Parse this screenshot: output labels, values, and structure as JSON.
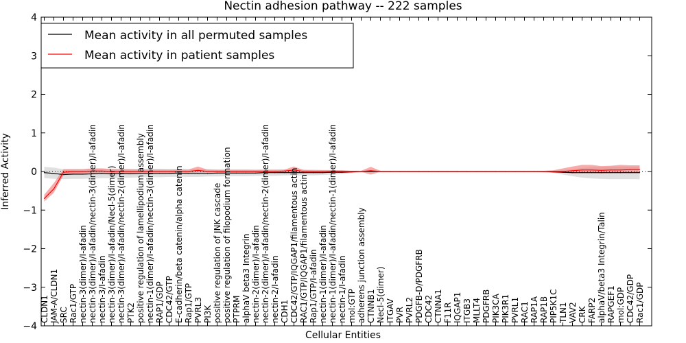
{
  "chart_data": {
    "type": "line",
    "title": "Nectin adhesion pathway -- 222 samples",
    "xlabel": "Cellular Entities",
    "ylabel": "Inferred Activity",
    "ylim": [
      -4,
      4
    ],
    "yticks": [
      "4",
      "3",
      "2",
      "1",
      "0",
      "−1",
      "−2",
      "−3",
      "−4"
    ],
    "grid": false,
    "legend_position": "top-left",
    "categories": [
      "CLDN1",
      "JAM-A/CLDN1",
      "SRC",
      "Rac1/GTP",
      "nectin-3(dimer)/I-afadin",
      "nectin-3(dimer)/I-afadin/nectin-3(dimer)/I-afadin",
      "nectin-3/I-afadin",
      "nectin-3(dimer)/I-afadin/Necl-5(dimer)",
      "nectin-3(dimer)/I-afadin/nectin-2(dimer)/I-afadin",
      "PTK2",
      "positive regulation of lamellipodium assembly",
      "nectin-1(dimer)/I-afadin/nectin-3(dimer)/I-afadin",
      "RAP1/GDP",
      "CDC42/GTP",
      "E-cadherin/beta catenin/alpha catenin",
      "Rap1/GTP",
      "PVRL3",
      "PI3K",
      "positive regulation of JNK cascade",
      "positive regulation of filopodium formation",
      "PTPRM",
      "alphaV beta3 Integrin",
      "nectin-2(dimer)/I-afadin",
      "nectin-2(dimer)/I-afadin/nectin-2(dimer)/I-afadin",
      "nectin-2/I-afadin",
      "CDH1",
      "CDC42/GTP/IQGAP1/filamentous actin",
      "RAC1/GTP/IQGAP1/filamentous actin",
      "Rap1/GTP/I-afadin",
      "nectin-1(dimer)/I-afadin",
      "nectin-1(dimer)/I-afadin/nectin-1(dimer)/I-afadin",
      "nectin-1/I-afadin",
      "mol:GTP",
      "adherens junction assembly",
      "CTNNB1",
      "Necl-5(dimer)",
      "ITGAV",
      "PVR",
      "PVRL2",
      "PDGFB-D/PDGFRB",
      "CDC42",
      "CTNNA1",
      "F11R",
      "IQGAP1",
      "ITGB3",
      "MLLT4",
      "PDGFRB",
      "PIK3CA",
      "PIK3R1",
      "PVRL1",
      "RAC1",
      "RAP1A",
      "RAP1B",
      "PIP5K1C",
      "TLN1",
      "VAV2",
      "CRK",
      "FARP2",
      "alphaV/beta3 Integrin/Talin",
      "RAPGEF1",
      "mol:GDP",
      "CDC42/GDP",
      "Rac1/GDP"
    ],
    "series": [
      {
        "name": "Mean activity in all permuted samples",
        "color": "#000000",
        "band_color": "#d3d3d3",
        "values": [
          -0.03,
          -0.05,
          -0.08,
          -0.07,
          -0.07,
          -0.06,
          -0.05,
          -0.06,
          -0.05,
          -0.06,
          -0.05,
          -0.05,
          -0.05,
          -0.05,
          -0.04,
          -0.05,
          -0.05,
          -0.05,
          -0.04,
          -0.04,
          -0.04,
          -0.04,
          -0.04,
          -0.03,
          -0.03,
          -0.03,
          -0.03,
          -0.03,
          -0.03,
          -0.03,
          -0.02,
          -0.02,
          -0.01,
          0.0,
          0.0,
          0.0,
          0.0,
          0.0,
          0.0,
          0.0,
          0.0,
          0.0,
          0.0,
          0.0,
          0.0,
          0.0,
          0.0,
          0.0,
          0.0,
          0.0,
          0.0,
          0.0,
          0.0,
          -0.01,
          -0.02,
          -0.03,
          -0.03,
          -0.03,
          -0.03,
          -0.03,
          -0.03,
          -0.03,
          -0.03
        ],
        "lower": [
          -0.17,
          -0.19,
          -0.2,
          -0.19,
          -0.19,
          -0.18,
          -0.17,
          -0.17,
          -0.16,
          -0.16,
          -0.15,
          -0.15,
          -0.15,
          -0.14,
          -0.14,
          -0.14,
          -0.14,
          -0.13,
          -0.13,
          -0.12,
          -0.12,
          -0.12,
          -0.11,
          -0.11,
          -0.11,
          -0.1,
          -0.1,
          -0.1,
          -0.1,
          -0.09,
          -0.08,
          -0.07,
          -0.05,
          -0.02,
          -0.02,
          -0.02,
          -0.02,
          -0.02,
          -0.02,
          -0.02,
          -0.02,
          -0.02,
          -0.02,
          -0.02,
          -0.02,
          -0.02,
          -0.02,
          -0.02,
          -0.02,
          -0.02,
          -0.02,
          -0.02,
          -0.02,
          -0.04,
          -0.08,
          -0.12,
          -0.16,
          -0.18,
          -0.19,
          -0.2,
          -0.2,
          -0.2,
          -0.2
        ],
        "upper": [
          0.12,
          0.1,
          0.06,
          0.06,
          0.06,
          0.07,
          0.08,
          0.07,
          0.07,
          0.06,
          0.07,
          0.07,
          0.07,
          0.06,
          0.07,
          0.06,
          0.06,
          0.06,
          0.06,
          0.06,
          0.06,
          0.06,
          0.05,
          0.06,
          0.06,
          0.05,
          0.05,
          0.05,
          0.05,
          0.04,
          0.04,
          0.03,
          0.02,
          0.02,
          0.02,
          0.02,
          0.02,
          0.02,
          0.02,
          0.02,
          0.02,
          0.02,
          0.02,
          0.02,
          0.02,
          0.02,
          0.02,
          0.02,
          0.02,
          0.02,
          0.02,
          0.02,
          0.02,
          0.02,
          0.03,
          0.06,
          0.09,
          0.11,
          0.12,
          0.13,
          0.13,
          0.13,
          0.13
        ]
      },
      {
        "name": "Mean activity in patient samples",
        "color": "#ff0000",
        "band_color": "#f28080",
        "values": [
          -0.7,
          -0.45,
          -0.02,
          0.0,
          0.0,
          0.01,
          0.01,
          0.0,
          0.0,
          0.0,
          0.0,
          0.0,
          0.0,
          0.0,
          0.0,
          0.0,
          0.03,
          0.0,
          0.0,
          0.0,
          0.0,
          0.0,
          0.0,
          0.0,
          0.0,
          0.01,
          0.04,
          0.0,
          0.0,
          0.0,
          0.0,
          0.0,
          0.0,
          0.0,
          0.02,
          0.0,
          0.0,
          0.0,
          0.0,
          0.0,
          0.0,
          0.0,
          0.0,
          0.0,
          0.0,
          0.0,
          0.0,
          0.0,
          0.0,
          0.0,
          0.0,
          0.0,
          0.0,
          0.0,
          0.0,
          0.02,
          0.04,
          0.04,
          0.03,
          0.04,
          0.04,
          0.05,
          0.05
        ],
        "lower": [
          -0.78,
          -0.55,
          -0.1,
          -0.06,
          -0.05,
          -0.05,
          -0.05,
          -0.05,
          -0.06,
          -0.06,
          -0.06,
          -0.05,
          -0.05,
          -0.05,
          -0.04,
          -0.04,
          -0.03,
          -0.03,
          -0.03,
          -0.03,
          -0.03,
          -0.03,
          -0.03,
          -0.03,
          -0.03,
          -0.03,
          -0.02,
          -0.02,
          -0.02,
          -0.02,
          -0.02,
          -0.02,
          -0.01,
          -0.01,
          -0.08,
          -0.01,
          -0.01,
          -0.01,
          -0.01,
          -0.01,
          -0.01,
          -0.01,
          -0.01,
          -0.01,
          -0.01,
          -0.01,
          -0.01,
          -0.01,
          -0.01,
          -0.01,
          -0.01,
          -0.01,
          -0.02,
          -0.02,
          -0.03,
          -0.05,
          -0.04,
          -0.04,
          -0.05,
          -0.04,
          -0.04,
          -0.04,
          -0.04
        ],
        "upper": [
          -0.6,
          -0.3,
          0.06,
          0.06,
          0.06,
          0.08,
          0.08,
          0.06,
          0.06,
          0.06,
          0.05,
          0.05,
          0.05,
          0.05,
          0.05,
          0.05,
          0.13,
          0.05,
          0.04,
          0.04,
          0.04,
          0.04,
          0.04,
          0.04,
          0.04,
          0.05,
          0.13,
          0.04,
          0.03,
          0.03,
          0.03,
          0.03,
          0.02,
          0.02,
          0.12,
          0.02,
          0.02,
          0.02,
          0.02,
          0.02,
          0.02,
          0.02,
          0.02,
          0.02,
          0.02,
          0.02,
          0.02,
          0.02,
          0.02,
          0.02,
          0.02,
          0.02,
          0.02,
          0.03,
          0.08,
          0.13,
          0.17,
          0.17,
          0.14,
          0.15,
          0.17,
          0.16,
          0.16
        ]
      }
    ]
  }
}
